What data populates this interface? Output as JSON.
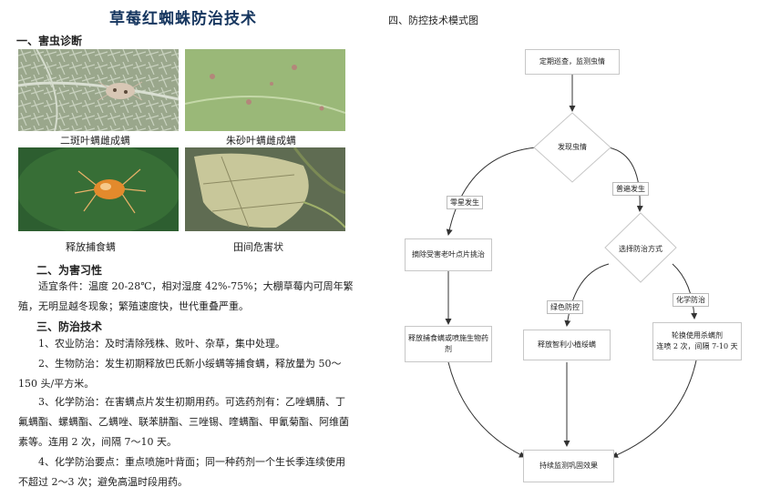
{
  "left": {
    "title": "草莓红蜘蛛防治技术",
    "section1": "一、害虫诊断",
    "photos": [
      {
        "caption": "二斑叶螨雌成螨"
      },
      {
        "caption": "朱砂叶螨雌成螨"
      },
      {
        "caption": "释放捕食螨"
      },
      {
        "caption": "田间危害状"
      }
    ],
    "section2": "二、为害习性",
    "habit": "适宜条件：温度 20-28℃，相对湿度 42%-75%；大棚草莓内可周年繁殖，无明显越冬现象；繁殖速度快，世代重叠严重。",
    "section3": "三、防治技术",
    "tech1": "1、农业防治：及时清除残株、败叶、杂草，集中处理。",
    "tech2": "2、生物防治：发生初期释放巴氏新小绥螨等捕食螨，释放量为 50～150 头/平方米。",
    "tech3": "3、化学防治：在害螨点片发生初期用药。可选药剂有：乙唑螨腈、丁氟螨酯、螺螨酯、乙螨唑、联苯肼酯、三唑锡、喹螨酯、甲氰菊酯、阿维菌素等。连用 2 次，间隔 7～10 天。",
    "tech4": "4、化学防治要点：重点喷施叶背面；同一种药剂一个生长季连续使用不超过 2～3 次；避免高温时段用药。"
  },
  "right": {
    "title": "四、防控技术模式图",
    "start": "定期巡查，监测虫情",
    "detect": "发现虫情",
    "branch_sparse": "零星发生",
    "branch_common": "普遍发生",
    "remove": "摘除受害老叶点片挑治",
    "choose": "选择防治方式",
    "green": "绿色防控",
    "chemical": "化学防治",
    "release": "释放捕食螨或喷施生物药剂",
    "release2": "释放智利小植绥螨",
    "rotate_line1": "轮换使用杀螨剂",
    "rotate_line2": "连喷 2 次，间隔 7-10 天",
    "final": "持续监测巩固效果"
  }
}
